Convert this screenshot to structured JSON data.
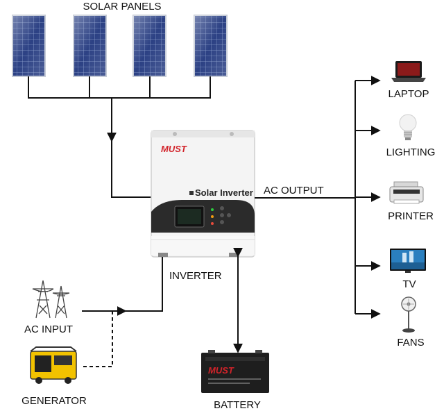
{
  "labels": {
    "solar_panels": "SOLAR PANELS",
    "ac_output": "AC OUTPUT",
    "inverter": "INVERTER",
    "ac_input": "AC INPUT",
    "generator": "GENERATOR",
    "battery": "BATTERY",
    "laptop": "LAPTOP",
    "lighting": "LIGHTING",
    "printer": "PRINTER",
    "tv": "TV",
    "fans": "FANS"
  },
  "inverter_device": {
    "brand_logo": "MUST",
    "product_name": "Solar Inverter"
  },
  "battery_device": {
    "brand_logo": "MUST"
  },
  "icons": [
    "solar-panel-icon",
    "inverter-icon",
    "power-tower-icon",
    "generator-icon",
    "battery-icon",
    "laptop-icon",
    "light-bulb-icon",
    "printer-icon",
    "tv-icon",
    "fan-icon"
  ],
  "colors": {
    "line": "#111111",
    "panel_blue": "#2a3f7a",
    "brand_red": "#d2232a",
    "generator_yellow": "#f2c200"
  }
}
